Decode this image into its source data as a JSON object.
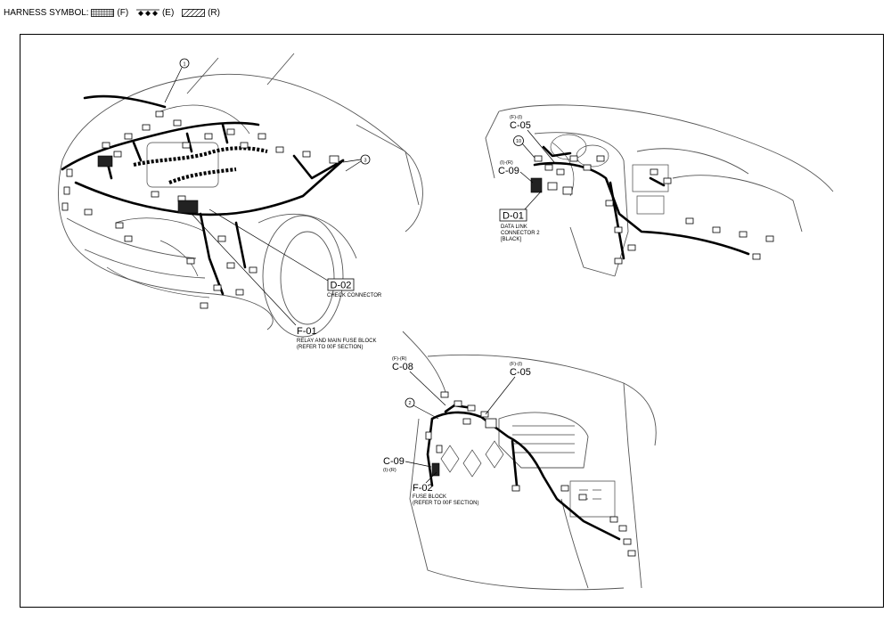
{
  "legend": {
    "title": "HARNESS SYMBOL:",
    "symbols": [
      {
        "label": "(F)",
        "pattern": "grid-hatch"
      },
      {
        "label": "(E)",
        "pattern": "diamond-chain"
      },
      {
        "label": "(R)",
        "pattern": "diagonal-hatch"
      }
    ]
  },
  "engine_view": {
    "callouts": {
      "one": "1",
      "three": "3"
    },
    "d02": {
      "code": "D-02",
      "desc": "CHECK CONNECTOR"
    },
    "f01": {
      "code": "F-01",
      "desc1": "RELAY AND MAIN FUSE BLOCK",
      "desc2": "(REFER TO 00F SECTION)"
    }
  },
  "dash_view": {
    "c05": {
      "tag": "(F)-(I)",
      "code": "C-05"
    },
    "callout_ten": "10",
    "c09": {
      "tag": "(I)-(R)",
      "code": "C-09"
    },
    "d01": {
      "code": "D-01",
      "desc1": "DATA LINK",
      "desc2": "CONNECTOR 2",
      "desc3": "[BLACK]"
    }
  },
  "lower_view": {
    "c08": {
      "tag": "(F)-(R)",
      "code": "C-08"
    },
    "c05": {
      "tag": "(F)-(I)",
      "code": "C-05"
    },
    "callout_two": "2",
    "c09": {
      "code": "C-09",
      "tag": "(I)-(R)"
    },
    "f02": {
      "code": "F-02",
      "desc1": "FUSE BLOCK",
      "desc2": "(REFER TO 00F SECTION)"
    }
  }
}
